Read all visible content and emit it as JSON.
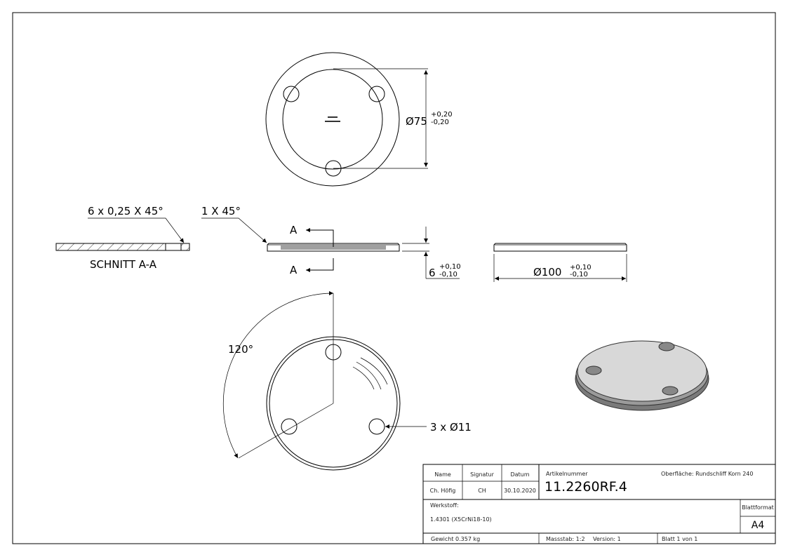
{
  "top_view": {
    "diameter_label": "Ø75",
    "tol_upper": "+0,20",
    "tol_lower": "-0,20",
    "engraving_icon": "engraved-text-mark"
  },
  "section_view": {
    "chamfer_label": "6 x 0,25 X 45°",
    "title": "SCHNITT A-A"
  },
  "side_view": {
    "chamfer_label": "1 X 45°",
    "section_mark_top": "A",
    "section_mark_bottom": "A",
    "thickness_label": "6",
    "tol_upper": "+0,10",
    "tol_lower": "-0,10"
  },
  "right_view": {
    "diameter_label": "Ø100",
    "tol_upper": "+0,10",
    "tol_lower": "-0,10"
  },
  "bottom_view": {
    "angle_label": "120°",
    "holes_label": "3 x Ø11"
  },
  "iso_view": {
    "face_color": "#d8d8d8",
    "edge_color": "#7a7a7a"
  },
  "title_block": {
    "name_header": "Name",
    "signature_header": "Signatur",
    "date_header": "Datum",
    "name": "Ch. Höfig",
    "signature": "CH",
    "date": "30.10.2020",
    "article_header": "Artikelnummer",
    "article_number": "11.2260RF.4",
    "surface": "Oberfläche:  Rundschliff Korn 240",
    "material_header": "Werkstoff:",
    "material": "1.4301 (X5CrNi18-10)",
    "format_header": "Blattformat",
    "format": "A4",
    "weight": "Gewicht 0.357 kg",
    "scale": "Massstab: 1:2",
    "version": "Version: 1",
    "sheet": "Blatt 1 von 1"
  }
}
